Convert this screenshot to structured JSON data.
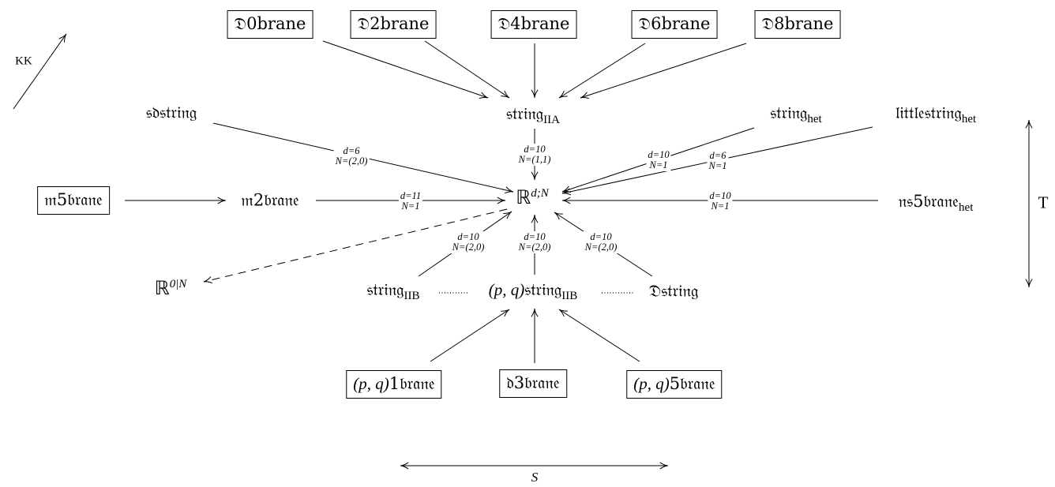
{
  "nodes": {
    "d0brane": {
      "name": "𝔇0brane",
      "boxed": true
    },
    "d2brane": {
      "name": "𝔇2brane",
      "boxed": true
    },
    "d4brane": {
      "name": "𝔇4brane",
      "boxed": true
    },
    "d6brane": {
      "name": "𝔇6brane",
      "boxed": true
    },
    "d8brane": {
      "name": "𝔇8brane",
      "boxed": true
    },
    "sdstring": {
      "name": "𝔰𝔡𝔰𝔱𝔯𝔦𝔫𝔤"
    },
    "string_iia": {
      "name": "𝔰𝔱𝔯𝔦𝔫𝔤",
      "sub": "IIA"
    },
    "string_het": {
      "name": "𝔰𝔱𝔯𝔦𝔫𝔤",
      "sub": "het"
    },
    "littlestring_het": {
      "name": "𝔩𝔦𝔱𝔱𝔩𝔢𝔰𝔱𝔯𝔦𝔫𝔤",
      "sub": "het"
    },
    "m5brane": {
      "name": "𝔪5𝔟𝔯𝔞𝔫𝔢",
      "boxed": true
    },
    "m2brane": {
      "name": "𝔪2𝔟𝔯𝔞𝔫𝔢"
    },
    "center": {
      "math": "ℝ",
      "sup": "d;N"
    },
    "ns5brane_het": {
      "name": "𝔫𝔰5𝔟𝔯𝔞𝔫𝔢",
      "sub": "het"
    },
    "r0n": {
      "math": "ℝ",
      "sup": "0|N"
    },
    "string_iib": {
      "name": "𝔰𝔱𝔯𝔦𝔫𝔤",
      "sub": "IIB"
    },
    "pq_string_iib": {
      "math": "(p, q)",
      "name": "𝔰𝔱𝔯𝔦𝔫𝔤",
      "sub": "IIB"
    },
    "dstring": {
      "name": "𝔇𝔰𝔱𝔯𝔦𝔫𝔤"
    },
    "pq1brane": {
      "math": "(p, q)",
      "name": "1𝔟𝔯𝔞𝔫𝔢",
      "boxed": true
    },
    "d3brane": {
      "name": "𝔡3𝔟𝔯𝔞𝔫𝔢",
      "boxed": true
    },
    "pq5brane": {
      "math": "(p, q)",
      "name": "5𝔟𝔯𝔞𝔫𝔢",
      "boxed": true
    }
  },
  "edge_labels": {
    "sdstring": {
      "d": "d=6",
      "n": "N=(2,0)"
    },
    "string_iia": {
      "d": "d=10",
      "n": "N=(1,1)"
    },
    "string_het": {
      "d": "d=10",
      "n": "N=1"
    },
    "littlestring_het": {
      "d": "d=6",
      "n": "N=1"
    },
    "m2brane": {
      "d": "d=11",
      "n": "N=1"
    },
    "ns5brane_het": {
      "d": "d=10",
      "n": "N=1"
    },
    "string_iib": {
      "d": "d=10",
      "n": "N=(2,0)"
    },
    "pq_string_iib": {
      "d": "d=10",
      "n": "N=(2,0)"
    },
    "dstring": {
      "d": "d=10",
      "n": "N=(2,0)"
    }
  },
  "dualities": {
    "kk": "KK",
    "t": "T",
    "s": "S"
  }
}
